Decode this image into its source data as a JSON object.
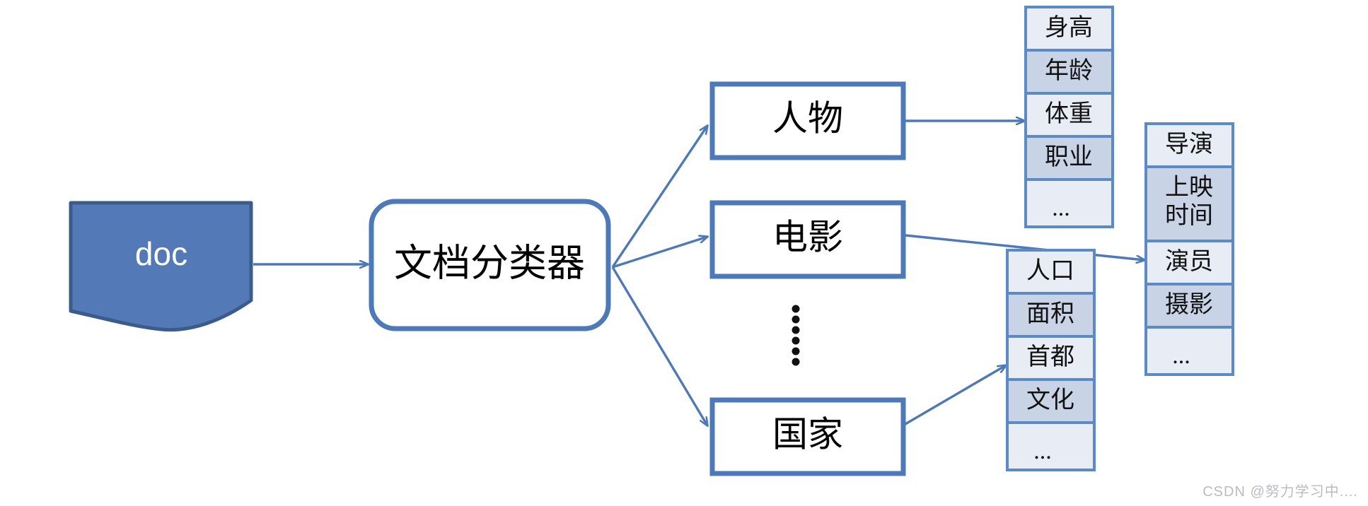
{
  "diagram": {
    "title": "document-classification-flow",
    "colors": {
      "doc_fill": "#537ab7",
      "doc_stroke": "#3b5c8a",
      "box_stroke": "#4e79b8",
      "box_fill": "#ffffff",
      "arrow": "#4e79b8",
      "cell_light": "#e8ecf5",
      "cell_dark": "#c9d3e6",
      "cell_stroke": "#5b8ac4",
      "text": "#000000",
      "watermark": "#b9bcc4"
    },
    "source": {
      "label": "doc",
      "shape": "document"
    },
    "classifier": {
      "label": "文档分类器",
      "shape": "rounded-rect"
    },
    "categories": [
      {
        "id": "person",
        "label": "人物"
      },
      {
        "id": "movie",
        "label": "电影"
      },
      {
        "id": "country",
        "label": "国家"
      }
    ],
    "ellipsis_between_categories": "⋮",
    "attribute_tables": [
      {
        "id": "person-attributes",
        "source_category": "人物",
        "cells": [
          {
            "label": "身高",
            "shade": "light"
          },
          {
            "label": "年龄",
            "shade": "dark"
          },
          {
            "label": "体重",
            "shade": "light"
          },
          {
            "label": "职业",
            "shade": "dark"
          },
          {
            "label": "...",
            "shade": "light"
          }
        ]
      },
      {
        "id": "movie-attributes",
        "source_category": "电影",
        "cells": [
          {
            "label": "导演",
            "shade": "light"
          },
          {
            "label": "上映时间",
            "shade": "dark",
            "lines": [
              "上映",
              "时间"
            ]
          },
          {
            "label": "演员",
            "shade": "light"
          },
          {
            "label": "摄影",
            "shade": "dark"
          },
          {
            "label": "...",
            "shade": "light"
          }
        ]
      },
      {
        "id": "country-attributes",
        "source_category": "国家",
        "cells": [
          {
            "label": "人口",
            "shade": "light"
          },
          {
            "label": "面积",
            "shade": "dark"
          },
          {
            "label": "首都",
            "shade": "light"
          },
          {
            "label": "文化",
            "shade": "dark"
          },
          {
            "label": "...",
            "shade": "light"
          }
        ]
      }
    ],
    "connections": [
      {
        "from": "doc",
        "to": "文档分类器"
      },
      {
        "from": "文档分类器",
        "to": "人物"
      },
      {
        "from": "文档分类器",
        "to": "电影"
      },
      {
        "from": "文档分类器",
        "to": "国家"
      },
      {
        "from": "人物",
        "to": "person-attributes"
      },
      {
        "from": "电影",
        "to": "movie-attributes"
      },
      {
        "from": "国家",
        "to": "country-attributes"
      }
    ]
  },
  "watermark": {
    "text": "CSDN @努力学习中...."
  }
}
